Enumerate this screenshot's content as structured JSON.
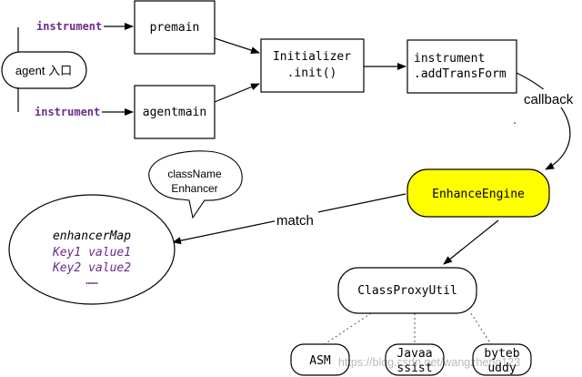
{
  "nodes": {
    "agent_entry": "agent 入口",
    "premain": "premain",
    "agentmain": "agentmain",
    "initializer_line1": "Initializer",
    "initializer_line2": ".init()",
    "add_transform_line1": "instrument",
    "add_transform_line2": ".addTransForm",
    "enhance_engine": "EnhanceEngine",
    "class_proxy_util": "ClassProxyUtil",
    "asm": "ASM",
    "javassist_line1": "Javaa",
    "javassist_line2": "ssist",
    "bytebuddy_line1": "byteb",
    "bytebuddy_line2": "uddy"
  },
  "edge_labels": {
    "instrument_top": "instrument",
    "instrument_bottom": "instrument",
    "callback": "callback",
    "match": "match"
  },
  "speech_bubble": {
    "line1": "className",
    "line2": "Enhancer"
  },
  "enhancer_map": {
    "title": "enhancerMap",
    "entry1": "Key1 value1",
    "entry2": "Key2 value2",
    "ellipsis": "……"
  },
  "watermark": "https://blog.csdn.net/wangzheng123",
  "colors": {
    "highlight_fill": "#ffff00",
    "keyword_purple": "#6b2c8c",
    "stroke": "#000000"
  }
}
